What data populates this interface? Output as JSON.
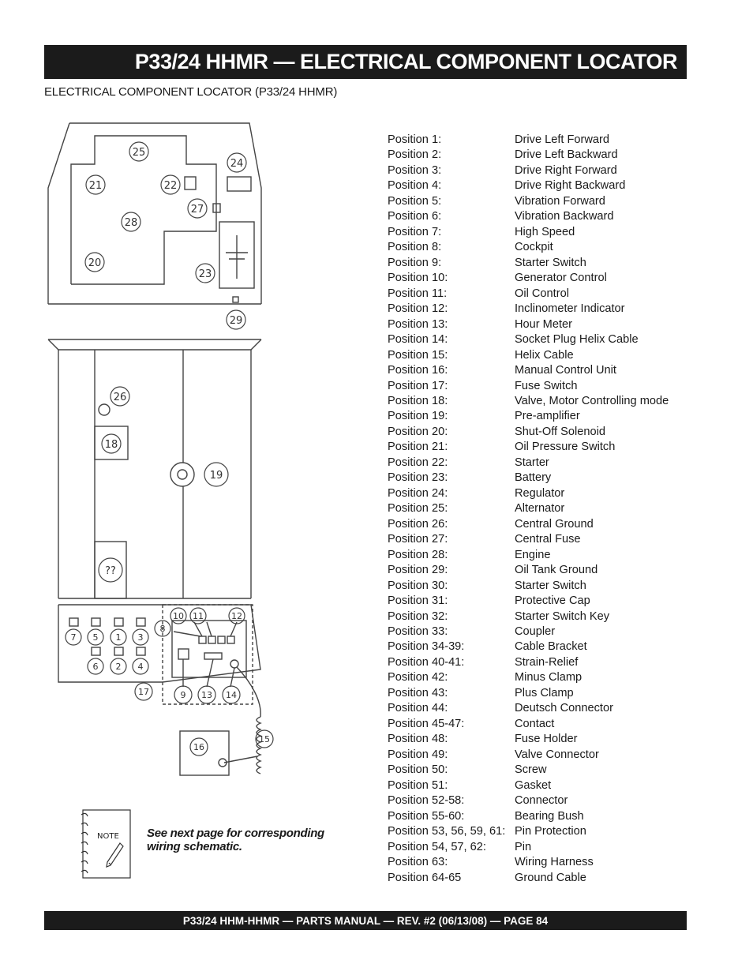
{
  "header": {
    "title": "P33/24 HHMR — ELECTRICAL COMPONENT LOCATOR",
    "subtitle": "ELECTRICAL COMPONENT LOCATOR (P33/24 HHMR)"
  },
  "diagram": {
    "labels": [
      "25",
      "24",
      "21",
      "22",
      "27",
      "28",
      "20",
      "23",
      "29",
      "26",
      "18",
      "19",
      "??",
      "10",
      "11",
      "12",
      "8",
      "7",
      "5",
      "1",
      "3",
      "6",
      "2",
      "4",
      "17",
      "9",
      "13",
      "14",
      "15",
      "16"
    ]
  },
  "positions": [
    {
      "label": "Position 1:",
      "desc": "Drive Left Forward"
    },
    {
      "label": "Position 2:",
      "desc": "Drive Left Backward"
    },
    {
      "label": "Position 3:",
      "desc": "Drive Right Forward"
    },
    {
      "label": "Position 4:",
      "desc": "Drive Right Backward"
    },
    {
      "label": "Position 5:",
      "desc": "Vibration Forward"
    },
    {
      "label": "Position 6:",
      "desc": "Vibration Backward"
    },
    {
      "label": "Position 7:",
      "desc": "High Speed"
    },
    {
      "label": "Position 8:",
      "desc": "Cockpit"
    },
    {
      "label": "Position 9:",
      "desc": "Starter Switch"
    },
    {
      "label": "Position 10:",
      "desc": "Generator Control"
    },
    {
      "label": "Position 11:",
      "desc": "Oil Control"
    },
    {
      "label": "Position 12:",
      "desc": "Inclinometer Indicator"
    },
    {
      "label": "Position 13:",
      "desc": "Hour Meter"
    },
    {
      "label": "Position 14:",
      "desc": "Socket Plug Helix Cable"
    },
    {
      "label": "Position 15:",
      "desc": "Helix Cable"
    },
    {
      "label": "Position 16:",
      "desc": "Manual Control Unit"
    },
    {
      "label": "Position 17:",
      "desc": "Fuse Switch"
    },
    {
      "label": "Position 18:",
      "desc": "Valve, Motor Controlling mode"
    },
    {
      "label": "Position 19:",
      "desc": "Pre-amplifier"
    },
    {
      "label": "Position 20:",
      "desc": "Shut-Off Solenoid"
    },
    {
      "label": "Position 21:",
      "desc": "Oil Pressure Switch"
    },
    {
      "label": "Position 22:",
      "desc": "Starter"
    },
    {
      "label": "Position 23:",
      "desc": "Battery"
    },
    {
      "label": "Position 24:",
      "desc": "Regulator"
    },
    {
      "label": "Position 25:",
      "desc": "Alternator"
    },
    {
      "label": "Position 26:",
      "desc": "Central Ground"
    },
    {
      "label": "Position 27:",
      "desc": "Central Fuse"
    },
    {
      "label": "Position 28:",
      "desc": "Engine"
    },
    {
      "label": "Position 29:",
      "desc": "Oil Tank Ground"
    },
    {
      "label": "Position 30:",
      "desc": "Starter Switch"
    },
    {
      "label": "Position 31:",
      "desc": "Protective Cap"
    },
    {
      "label": "Position 32:",
      "desc": "Starter Switch Key"
    },
    {
      "label": "Position 33:",
      "desc": "Coupler"
    },
    {
      "label": "Position 34-39:",
      "desc": "Cable Bracket"
    },
    {
      "label": "Position 40-41:",
      "desc": "Strain-Relief"
    },
    {
      "label": "Position 42:",
      "desc": "Minus Clamp"
    },
    {
      "label": "Position 43:",
      "desc": "Plus Clamp"
    },
    {
      "label": "Position 44:",
      "desc": "Deutsch Connector"
    },
    {
      "label": "Position 45-47:",
      "desc": "Contact"
    },
    {
      "label": "Position 48:",
      "desc": "Fuse Holder"
    },
    {
      "label": "Position 49:",
      "desc": "Valve Connector"
    },
    {
      "label": "Position 50:",
      "desc": "Screw"
    },
    {
      "label": "Position 51:",
      "desc": "Gasket"
    },
    {
      "label": "Position 52-58:",
      "desc": "Connector"
    },
    {
      "label": "Position 55-60:",
      "desc": "Bearing Bush"
    },
    {
      "label": "Position 53, 56, 59, 61:",
      "desc": "Pin Protection"
    },
    {
      "label": "Position 54, 57, 62:",
      "desc": "Pin"
    },
    {
      "label": "Position 63:",
      "desc": "Wiring Harness"
    },
    {
      "label": "Position 64-65",
      "desc": "Ground Cable"
    }
  ],
  "note": {
    "icon_label": "NOTE",
    "text": "See next page for corresponding wiring schematic."
  },
  "footer": {
    "text": "P33/24 HHM-HHMR — PARTS MANUAL — REV. #2 (06/13/08) — PAGE 84"
  }
}
